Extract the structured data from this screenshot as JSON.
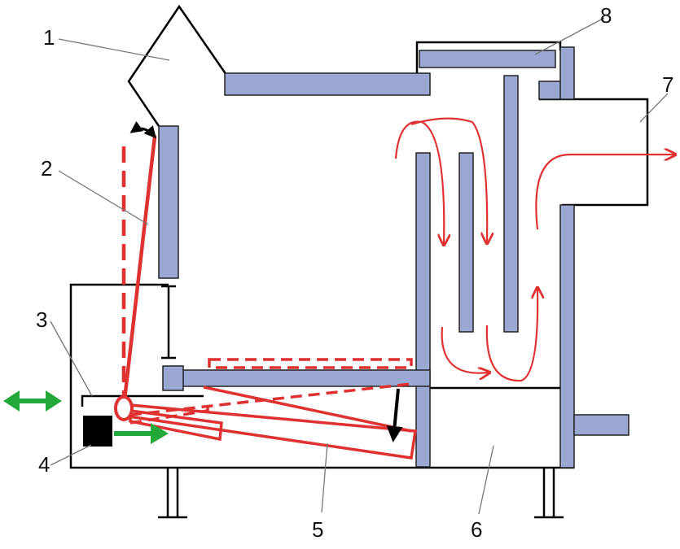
{
  "labels": {
    "l1": "1",
    "l2": "2",
    "l3": "3",
    "l4": "4",
    "l5": "5",
    "l6": "6",
    "l7": "7",
    "l8": "8"
  },
  "colors": {
    "wall": "#9aa8d3",
    "flow": "#e03131",
    "movement_arrow": "#22a93a",
    "outline": "#000000"
  }
}
